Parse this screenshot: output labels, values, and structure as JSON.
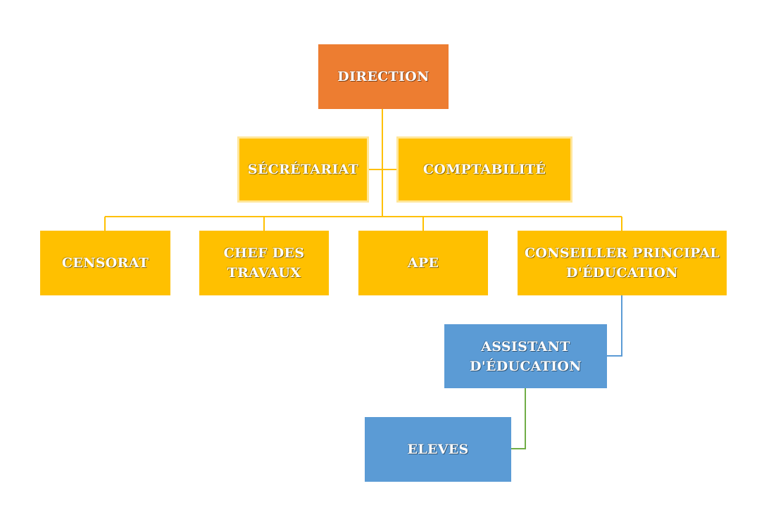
{
  "chart": {
    "nodes": {
      "direction": "DIRECTION",
      "secretariat": "SÉCRÉTARIAT",
      "comptabilite": "COMPTABILITÉ",
      "censorat": "CENSORAT",
      "chef_des_travaux": "CHEF DES\nTRAVAUX",
      "ape": "APE",
      "conseiller": "CONSEILLER PRINCIPAL\nD'ÉDUCATION",
      "assistant": "ASSISTANT\nD'ÉDUCATION",
      "eleves": "ELEVES"
    },
    "colors": {
      "direction": "#ED7D31",
      "departments": "#FFC000",
      "education_staff": "#5B9BD5",
      "connector_gold": "#FFC000",
      "connector_blue": "#5B9BD5",
      "connector_green": "#70AD47"
    }
  }
}
